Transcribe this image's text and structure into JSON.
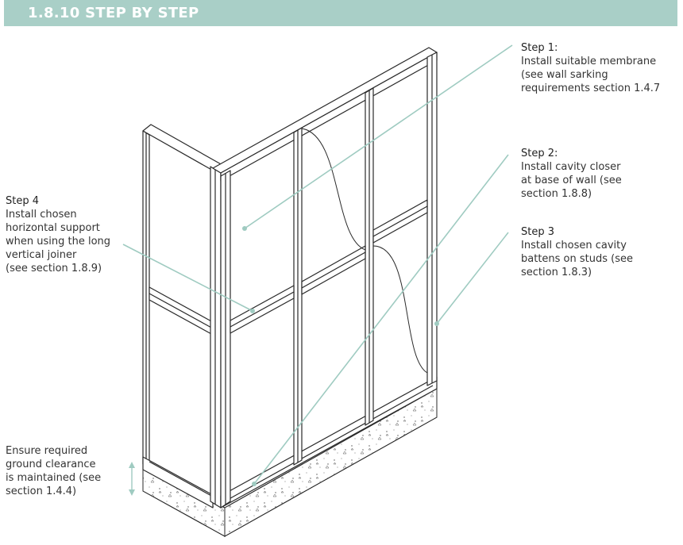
{
  "header": {
    "title": "1.8.10   STEP BY STEP",
    "color": "#a9cfc7"
  },
  "callouts": {
    "step1": {
      "heading": "Step 1:",
      "lines": [
        "Install suitable membrane",
        "(see wall sarking",
        "requirements section 1.4.7"
      ]
    },
    "step2": {
      "heading": "Step 2:",
      "lines": [
        "Install cavity closer",
        "at base of wall (see",
        "section 1.8.8)"
      ]
    },
    "step3": {
      "heading": "Step 3",
      "lines": [
        "Install chosen cavity",
        "battens on studs (see",
        "section 1.8.3)"
      ]
    },
    "step4": {
      "heading": "Step 4",
      "lines": [
        "Install chosen",
        "horizontal support",
        "when using the long",
        "vertical joiner",
        "(see section 1.8.9)"
      ]
    },
    "ground": {
      "lines": [
        "Ensure required",
        "ground clearance",
        "is maintained (see",
        "section 1.4.4)"
      ]
    }
  },
  "colors": {
    "leader": "#9fcbc1",
    "line": "#2a2a2a"
  }
}
